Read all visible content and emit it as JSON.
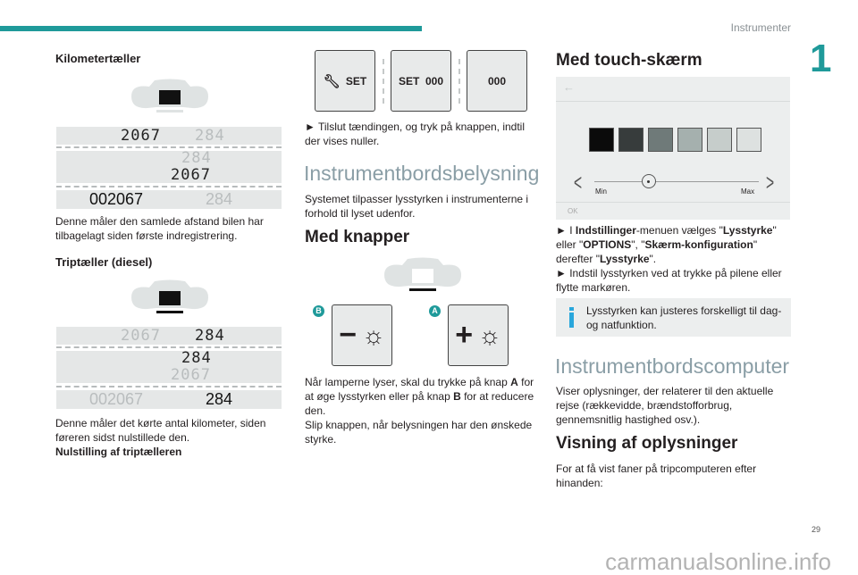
{
  "header": {
    "section": "Instrumenter",
    "chapter": "1",
    "page": "29"
  },
  "watermark": "carmanualsonline.info",
  "left": {
    "odometer_title": "Kilometertæller",
    "odometer_display": {
      "row1_main": "2067",
      "row1_sub": "284",
      "row2_sub": "284",
      "row2_main": "2067",
      "row3_main": "002067",
      "row3_sub": "284"
    },
    "odometer_text": "Denne måler den samlede afstand bilen har tilbagelagt siden første indregistrering.",
    "trip_title": "Triptæller (diesel)",
    "trip_display": {
      "row1_sub": "2067",
      "row1_main": "284",
      "row2_main": "284",
      "row2_sub": "2067",
      "row3_sub": "002067",
      "row3_main": "284"
    },
    "trip_text": "Denne måler det kørte antal kilometer, siden føreren sidst nulstillede den.",
    "trip_reset": "Nulstilling af triptælleren"
  },
  "middle": {
    "buttons": [
      {
        "icon": "wrench-icon",
        "label": "SET"
      },
      {
        "label": "SET  000"
      },
      {
        "label": "000"
      }
    ],
    "reset_text": "► Tilslut tændingen, og tryk på knappen, indtil der vises nuller.",
    "lighting_title": "Instrumentbordsbelysning",
    "lighting_text": "Systemet tilpasser lysstyrken i instrumenterne i forhold til lyset udenfor.",
    "buttons_title": "Med knapper",
    "label_b": "B",
    "label_a": "A",
    "buttons_text_1": "Når lamperne lyser, skal du trykke på knap ",
    "a": "A",
    "buttons_text_2": " for at øge lysstyrken eller på knap ",
    "b": "B",
    "buttons_text_3": " for at reducere den.",
    "release_text": "Slip knappen, når belysningen har den ønskede styrke."
  },
  "right": {
    "touch_title": "Med touch-skærm",
    "screen": {
      "min": "Min",
      "max": "Max",
      "ok": "OK",
      "swatches": [
        "#0b0b0b",
        "#373c3c",
        "#6f7a79",
        "#a5b0ae",
        "#c6cdcb",
        "#dde1e0"
      ],
      "slider_value": 0.33
    },
    "t1": "► I ",
    "t1b": "Indstillinger",
    "t2": "-menuen vælges \"",
    "t2b": "Lysstyrke",
    "t3": "\" eller \"",
    "t3b": "OPTIONS",
    "t4": "\", \"",
    "t4b": "Skærm-konfiguration",
    "t5": "\" derefter \"",
    "t5b": "Lysstyrke",
    "t6": "\".",
    "t7": "► Indstil lysstyrken ved at trykke på pilene eller flytte markøren.",
    "info": "Lysstyrken kan justeres forskelligt til dag- og natfunktion.",
    "computer_title": "Instrumentbordscomputer",
    "computer_text": "Viser oplysninger, der relaterer til den aktuelle rejse (rækkevidde, brændstofforbrug, gennemsnitlig hastighed osv.).",
    "view_title": "Visning af oplysninger",
    "view_text": "For at få vist faner på tripcomputeren efter hinanden:"
  },
  "colors": {
    "accent": "#1f9a9a",
    "info": "#2aa7dc"
  }
}
